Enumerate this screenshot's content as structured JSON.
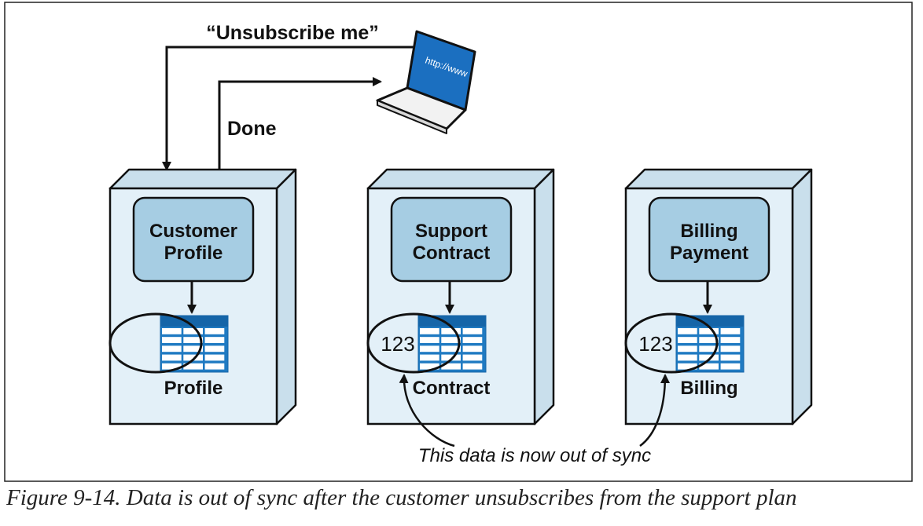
{
  "diagram": {
    "request_label": "“Unsubscribe me”",
    "response_label": "Done",
    "laptop_screen_text": "http://www",
    "services": [
      {
        "name_line1": "Customer",
        "name_line2": "Profile",
        "db_label": "Profile",
        "db_value": ""
      },
      {
        "name_line1": "Support",
        "name_line2": "Contract",
        "db_label": "Contract",
        "db_value": "123"
      },
      {
        "name_line1": "Billing",
        "name_line2": "Payment",
        "db_label": "Billing",
        "db_value": "123"
      }
    ],
    "out_of_sync_note": "This data is now out of sync"
  },
  "caption": "Figure 9-14. Data is out of sync after the customer unsubscribes from the support plan",
  "colors": {
    "box_fill": "#e3f0f8",
    "box_side": "#c9dfec",
    "service_fill": "#a6cde3",
    "table_blue": "#1f7ac2",
    "table_header": "#1565a8",
    "laptop_screen": "#1b6fc0"
  }
}
